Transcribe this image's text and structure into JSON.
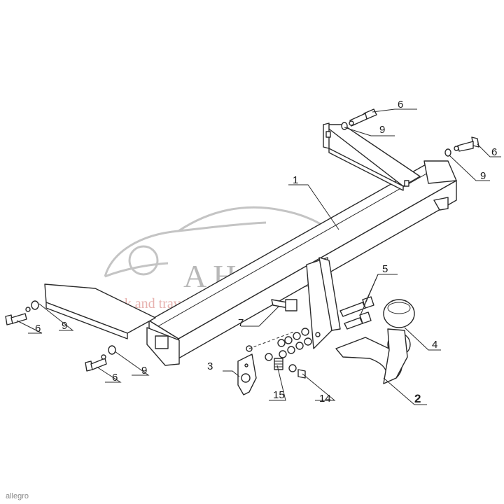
{
  "watermark": {
    "brand": "AHAKA",
    "tagline": "pack and travel",
    "color_brand": "#b8b8b8",
    "color_tagline": "#e7b1ae"
  },
  "corner_mark": "allegro",
  "callouts": {
    "n1": "1",
    "n2": "2",
    "n3": "3",
    "n4": "4",
    "n5": "5",
    "n6a": "6",
    "n6b": "6",
    "n6c": "6",
    "n6d": "6",
    "n7": "7",
    "n9a": "9",
    "n9b": "9",
    "n9c": "9",
    "n9d": "9",
    "n14": "14",
    "n15": "15"
  }
}
